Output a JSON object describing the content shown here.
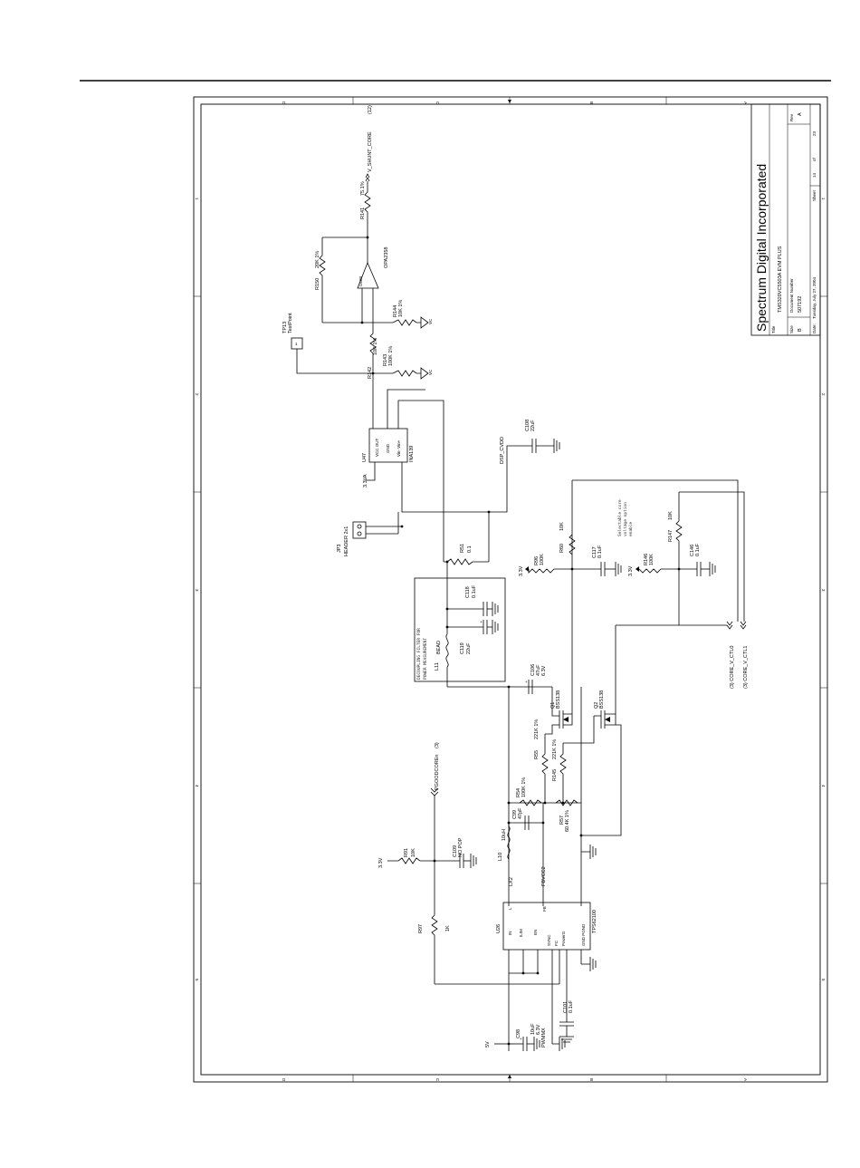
{
  "title_block": {
    "company": "Spectrum Digital Incorporated",
    "title_label": "Title",
    "title_value": "TMS320VC5503A EVM PLUS",
    "size_label": "Size",
    "size_value": "B",
    "doc_label": "Document Number",
    "doc_value": "507192",
    "rev_label": "Rev",
    "rev_value": "A",
    "date_label": "Date:",
    "date_value": "Tuesday, July 27, 2004",
    "sheet_label": "Sheet",
    "sheet_num": "14",
    "of_label": "of",
    "sheet_total": "23"
  },
  "border": {
    "row_letters": [
      "D",
      "C",
      "B",
      "A"
    ],
    "col_numbers": [
      "1",
      "2",
      "3",
      "4",
      "5"
    ]
  },
  "labels": {
    "v_shunt_core": "V_SHUNT_CORE",
    "v_shunt_core_ref": "(12)",
    "r141": "R141",
    "r141_val": "75.1%",
    "r150": "R150",
    "r150_val": "20K 1%",
    "u46b": "U46B",
    "u46b_part": "OPA2358",
    "r144": "R144",
    "r144_val": "10K 1%",
    "tp13": "TP13",
    "tp13_type": "TestPoint",
    "tp13_pin": "1",
    "r142_val": "10K 1%",
    "r143": "R143",
    "r143_val": "100K 1%",
    "r142": "R142",
    "u47": "U47",
    "u47_part": "INA139",
    "u47_vccout": "VCC OUT",
    "u47_gnd": "GND",
    "u47_vin": "Vin- Vin+",
    "supply_33va": "3.3VA",
    "dsp_cvdd": "DSP_CVDD",
    "c108": "C108",
    "c108_val": "22uF",
    "jp3": "JP3",
    "jp3_type": "HEADER 2x1",
    "r51": "R51",
    "r51_val": "0.1",
    "decoupling_note_1": "DECOUPLING FILTER FOR",
    "decoupling_note_2": "POWER MEASUREMENT",
    "c118": "C118",
    "c118_val": "0.1uF",
    "c119": "C119",
    "c119_val": "22uF",
    "l11": "L11",
    "l11_val": "BEAD",
    "c106": "C106",
    "c106_val": "47uF",
    "c106_v": "6.3V",
    "supply_33v": "3.3V",
    "r96": "R96",
    "r96_val": "100K",
    "r60": "R60",
    "r60_val": "10K",
    "c117": "C117",
    "c117_val": "0.1uF",
    "selectable_1": "Selectable core",
    "selectable_2": "voltage option",
    "selectable_3": "enable",
    "r146": "R146",
    "r146_val": "100K",
    "r147": "R147",
    "r147_val": "10K",
    "c146": "C146",
    "c146_val": "0.1uF",
    "core_v_ctl0": "(3) CORE_V_CTL0",
    "core_v_ctl1": "(3) CORE_V_CTL1",
    "q1": "Q1",
    "q1_part": "BSS138",
    "q2": "Q2",
    "q2_part": "BSS138",
    "r55": "R55",
    "r55_val": "221K 1%",
    "r145": "R145",
    "r145_val": "221K 1%",
    "pgoodcore": "PGOODCOREn",
    "pgoodcore_ref": "(3)",
    "r54": "R54",
    "r54_val": "100K 1%",
    "c99": "C99",
    "c99_val": "47pF",
    "r57": "R57",
    "r57_val": "60.4K 1%",
    "r91": "R91",
    "r91_val": "10K",
    "c109": "C109",
    "c109_val": "NO POP",
    "l10": "L10",
    "l10_val": "10uH",
    "lx2": "LX2",
    "fbvcc2": "FBVCC2",
    "r97": "R97",
    "r97_val": "1K",
    "u26": "U26",
    "u26_part": "TPS62100",
    "u26_in": "IN",
    "u26_ilim": "ILIM",
    "u26_en": "EN",
    "u26_sync": "SYNC",
    "u26_fc": "FC",
    "u26_pgood": "PowerG",
    "u26_gnd": "GND PGND",
    "u26_l": "L",
    "u26_fb": "FB",
    "pwmmx": "PWMMX",
    "c98": "C98",
    "c98_val": "10uF",
    "c98_v": "6.3V",
    "c101": "C101",
    "c101_val": "0.1uF",
    "supply_5v": "5V",
    "gnd_vc": "VC"
  }
}
